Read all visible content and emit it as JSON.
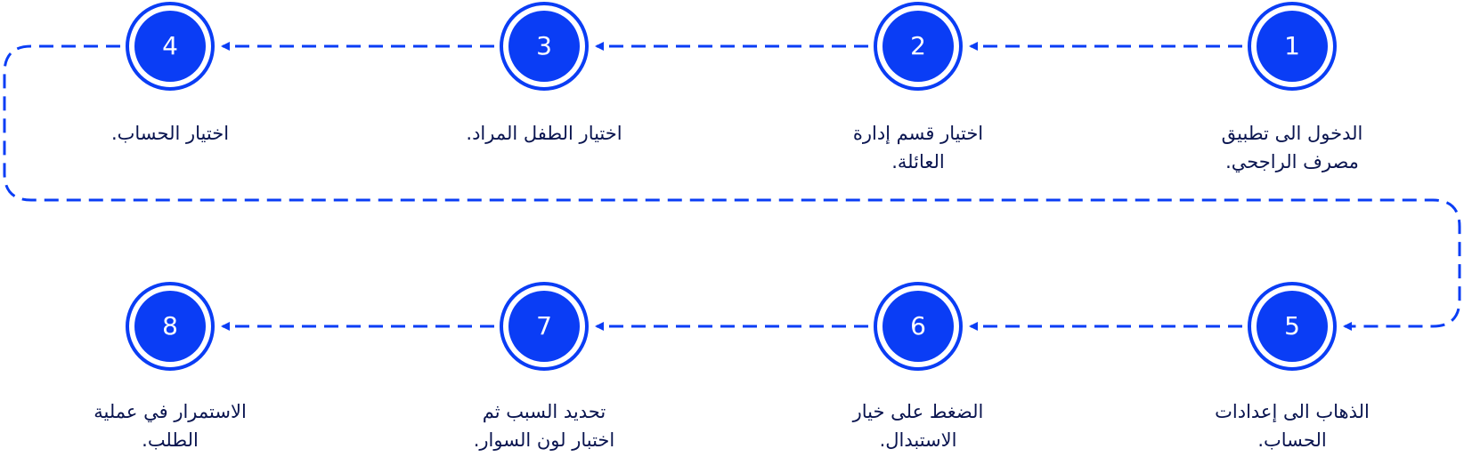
{
  "colors": {
    "accent": "#0a3df5",
    "text": "#0a1550",
    "background": "#ffffff"
  },
  "steps": [
    {
      "number": "1",
      "line1": "الدخول الى تطبيق",
      "line2": "مصرف الراجحي."
    },
    {
      "number": "2",
      "line1": "اختيار قسم إدارة",
      "line2": "العائلة."
    },
    {
      "number": "3",
      "line1": "اختيار الطفل المراد.",
      "line2": ""
    },
    {
      "number": "4",
      "line1": "اختيار الحساب.",
      "line2": ""
    },
    {
      "number": "5",
      "line1": "الذهاب الى إعدادات",
      "line2": "الحساب."
    },
    {
      "number": "6",
      "line1": "الضغط على خيار",
      "line2": "الاستبدال."
    },
    {
      "number": "7",
      "line1": "تحديد السبب ثم",
      "line2": "اختبار لون السوار."
    },
    {
      "number": "8",
      "line1": "الاستمرار في عملية",
      "line2": "الطلب."
    }
  ]
}
